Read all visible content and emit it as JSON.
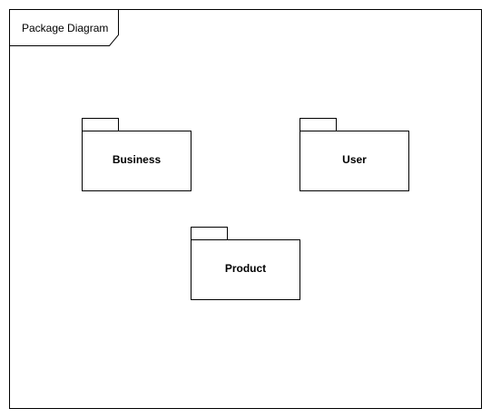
{
  "frame": {
    "title": "Package Diagram"
  },
  "packages": [
    {
      "id": "business",
      "label": "Business"
    },
    {
      "id": "user",
      "label": "User"
    },
    {
      "id": "product",
      "label": "Product"
    }
  ]
}
